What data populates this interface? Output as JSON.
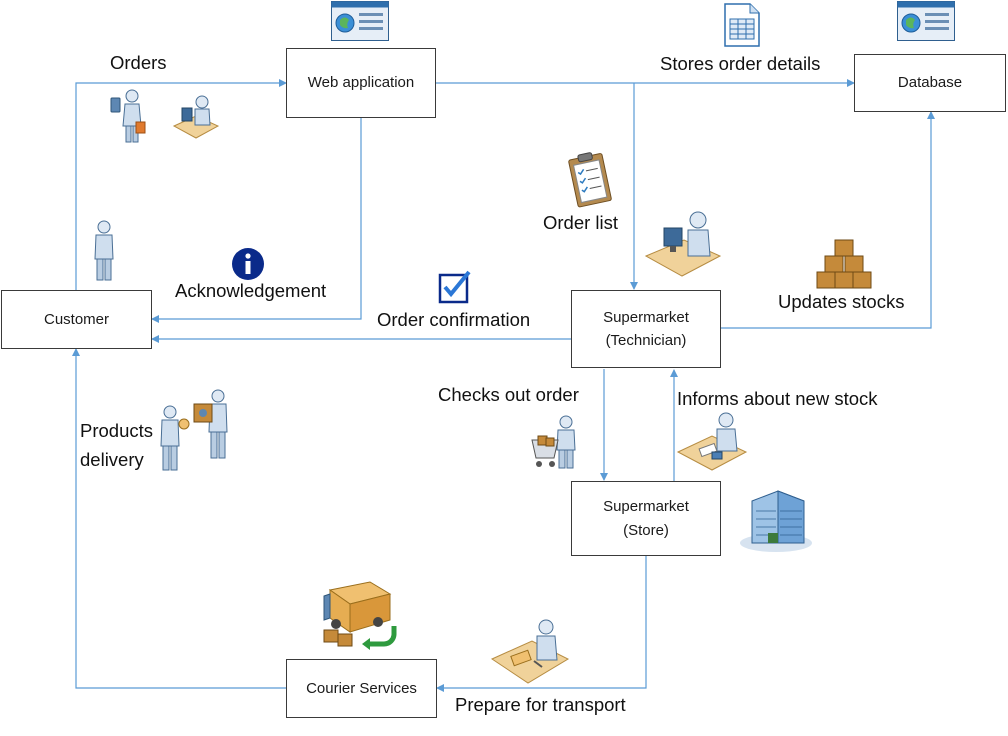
{
  "nodes": {
    "customer": "Customer",
    "web_application": "Web application",
    "database": "Database",
    "supermarket_technician_1": "Supermarket",
    "supermarket_technician_2": "(Technician)",
    "supermarket_store_1": "Supermarket",
    "supermarket_store_2": "(Store)",
    "courier_services": "Courier Services"
  },
  "edges": {
    "orders": "Orders",
    "stores_order_details": "Stores order details",
    "order_list": "Order list",
    "acknowledgement": "Acknowledgement",
    "order_confirmation": "Order confirmation",
    "updates_stocks": "Updates stocks",
    "checks_out_order": "Checks out order",
    "informs_about_new_stock": "Informs about new stock",
    "products_delivery_1": "Products",
    "products_delivery_2": "delivery",
    "prepare_for_transport": "Prepare for transport"
  },
  "icons": [
    "web-page-icon",
    "spreadsheet-icon",
    "database-page-icon",
    "person-with-phone-icon",
    "person-at-desk-icon",
    "clipboard-checklist-icon",
    "info-icon",
    "checkbox-icon",
    "operator-at-computer-icon",
    "stacked-boxes-icon",
    "standing-person-icon",
    "delivery-people-icon",
    "shopping-cart-person-icon",
    "person-writing-desk-icon",
    "office-building-icon",
    "delivery-truck-icon",
    "packing-person-icon"
  ],
  "colors": {
    "connector": "#5b9bd5",
    "box_border": "#3a3a3a",
    "text": "#111111"
  }
}
